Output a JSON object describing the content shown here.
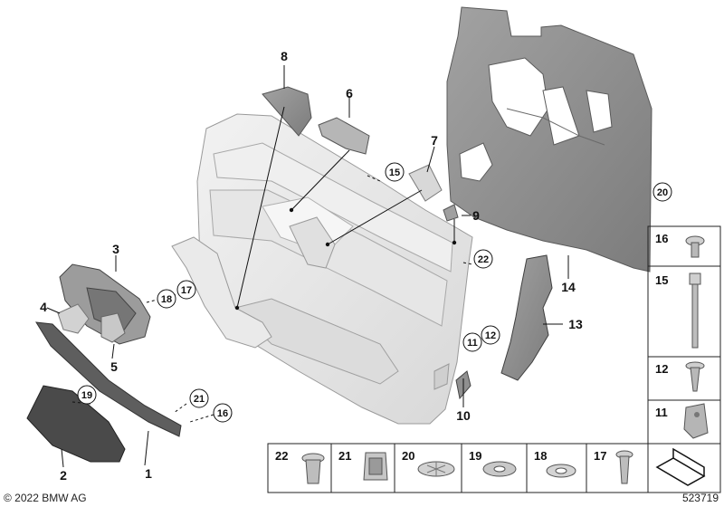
{
  "callouts": {
    "n1": "1",
    "n2": "2",
    "n3": "3",
    "n4": "4",
    "n5": "5",
    "n6": "6",
    "n7": "7",
    "n8": "8",
    "n9": "9",
    "n10": "10",
    "n11": "11",
    "n12": "12",
    "n13": "13",
    "n14": "14",
    "n15": "15",
    "n16": "16",
    "n17": "17",
    "n18": "18",
    "n19": "19",
    "n20": "20",
    "n21": "21",
    "n22": "22"
  },
  "parts_table": {
    "right_column": [
      "16",
      "15",
      "12",
      "11"
    ],
    "bottom_row": [
      "22",
      "21",
      "20",
      "19",
      "18",
      "17"
    ]
  },
  "footer": {
    "copyright": "© 2022 BMW AG",
    "diagram_number": "523719"
  },
  "colors": {
    "trim_light": "#e4e4e4",
    "insulation_dark": "#8e8e8e",
    "trim_dark": "#555555",
    "line": "#111111"
  }
}
